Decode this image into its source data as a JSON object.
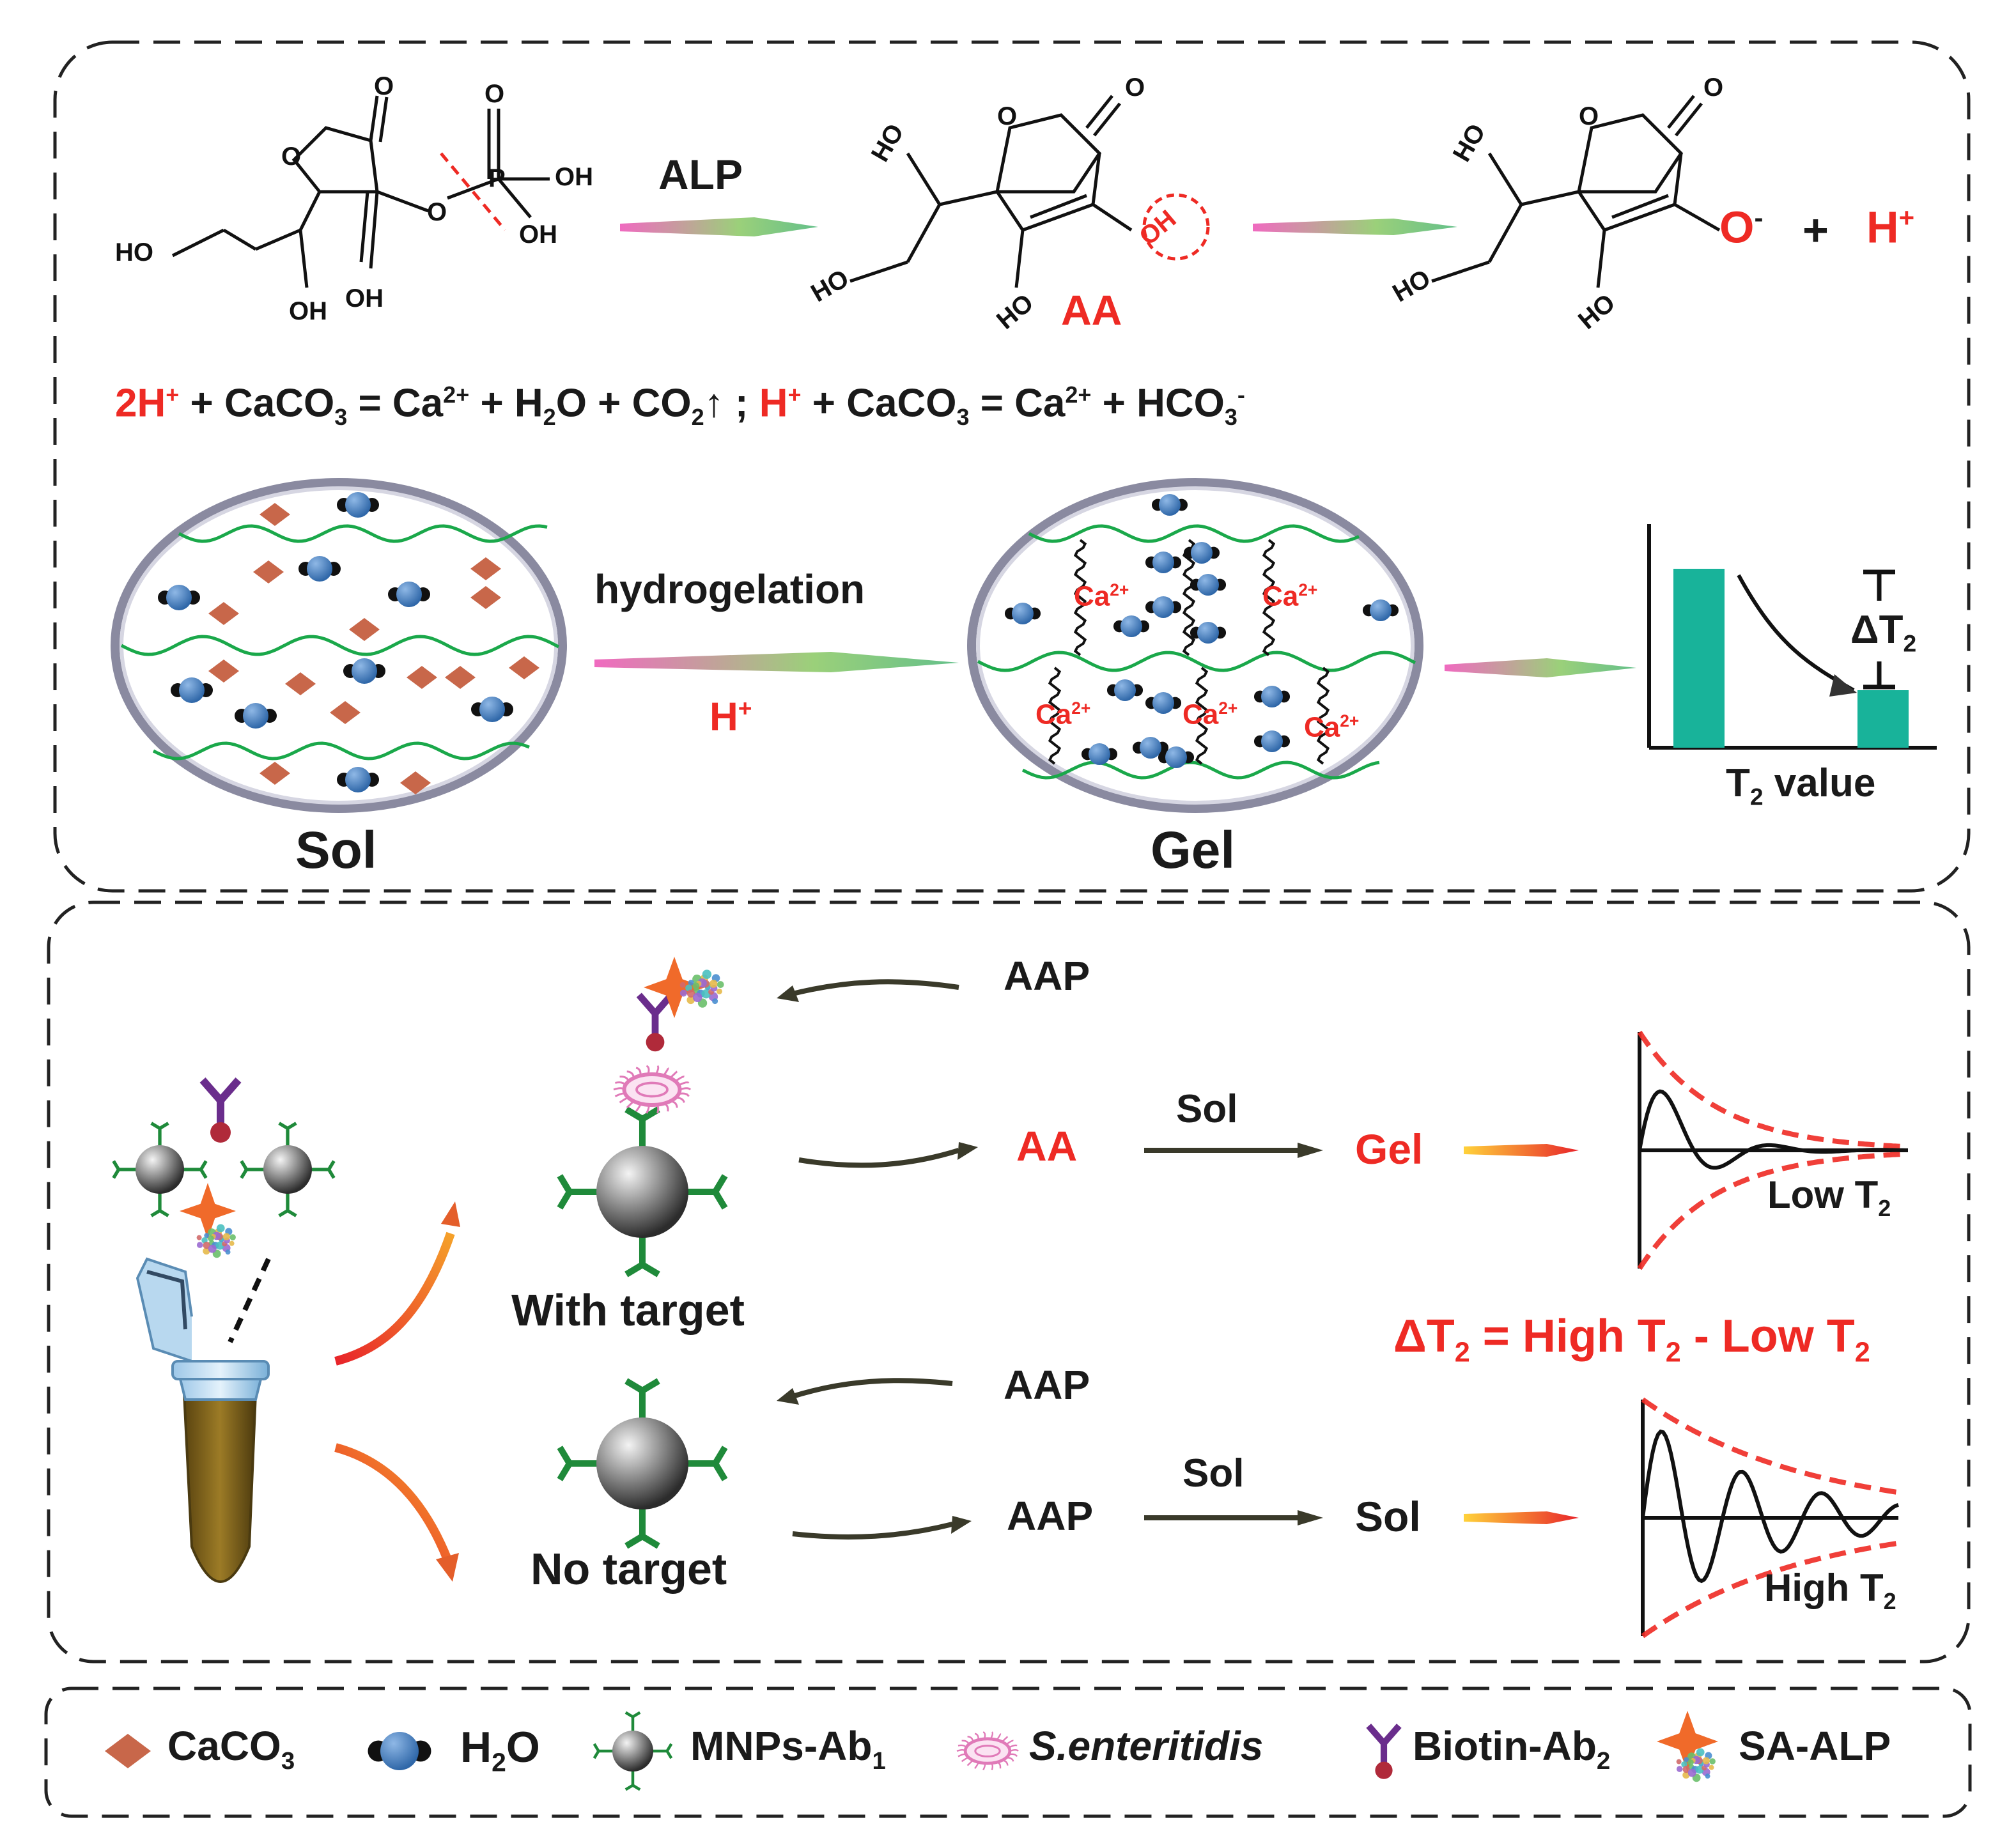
{
  "reaction": {
    "enzyme_label": "ALP",
    "product_label": "AA",
    "ionized": {
      "o_minus": "O",
      "minus": "-",
      "plus": "+",
      "h_plus": "H",
      "h_plus_sup": "+"
    },
    "atoms": {
      "O": "O",
      "P": "P",
      "OH": "OH",
      "HO": "HO"
    }
  },
  "equation": {
    "part1_h": "2H",
    "part1_h_sup": "+",
    "part1_rest_a": " + CaCO",
    "part1_rest_a_sub": "3",
    "part1_rest_b": " = Ca",
    "part1_rest_b_sup": "2+",
    "part1_rest_c": " + H",
    "part1_rest_c_sub": "2",
    "part1_rest_d": "O + CO",
    "part1_rest_d_sub": "2",
    "part1_rest_e": "↑ ; ",
    "part2_h": "H",
    "part2_h_sup": "+",
    "part2_rest_a": " + CaCO",
    "part2_rest_a_sub": "3",
    "part2_rest_b": " = Ca",
    "part2_rest_b_sup": "2+",
    "part2_rest_c": " + HCO",
    "part2_rest_c_sub": "3",
    "part2_rest_c_sup": "-"
  },
  "gelation": {
    "sol_label": "Sol",
    "gel_label": "Gel",
    "arrow_top_label": "hydrogelation",
    "arrow_bottom_label": "H",
    "arrow_bottom_sup": "+",
    "ca_label": "Ca",
    "ca_sup": "2+"
  },
  "t2_panel": {
    "xlabel_main": "T",
    "xlabel_sub": "2",
    "xlabel_rest": " value",
    "delta_main": "ΔT",
    "delta_sub": "2",
    "bar_color": "#18b39a"
  },
  "assay": {
    "with_target_label": "With target",
    "no_target_label": "No target",
    "aap_1": "AAP",
    "aa_label": "AA",
    "sol_arrow_1": "Sol",
    "gel_result": "Gel",
    "aap_2": "AAP",
    "aap_3": "AAP",
    "sol_arrow_2": "Sol",
    "sol_result": "Sol",
    "low_t2_main": "Low T",
    "low_t2_sub": "2",
    "high_t2_main": "High T",
    "high_t2_sub": "2",
    "delta_eq": {
      "a": "ΔT",
      "a_sub": "2",
      "b": "= High T",
      "b_sub": "2",
      "c": " - Low T",
      "c_sub": "2"
    }
  },
  "legend": {
    "caco3": {
      "main": "CaCO",
      "sub": "3"
    },
    "h2o": {
      "main": "H",
      "sub": "2",
      "rest": "O"
    },
    "mnps": {
      "main": "MNPs-Ab",
      "sub": "1"
    },
    "bacteria": "S.enteritidis",
    "biotin": {
      "main": "Biotin-Ab",
      "sub": "2"
    },
    "sa_alp": "SA-ALP"
  },
  "colors": {
    "red": "#ee2a24",
    "green_chain": "#1aa84a",
    "caco3": "#c8674a",
    "water_blue": "#3f7fc2",
    "ab_green": "#1f8a3a",
    "antibody_purple": "#6a2d8c",
    "biotin_red": "#b02a3a",
    "bacteria_pink": "#e07ab8",
    "star_orange": "#f06a2a"
  }
}
